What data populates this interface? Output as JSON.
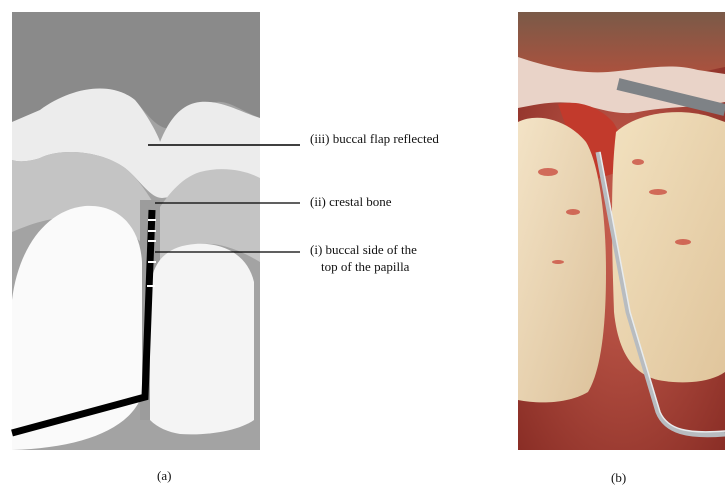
{
  "annotations": {
    "iii": "(iii) buccal flap reflected",
    "ii": "(ii) crestal bone",
    "i_line1": "(i) buccal side of the",
    "i_line2": "top of the papilla"
  },
  "panel_labels": {
    "a": "(a)",
    "b": "(b)"
  },
  "colors": {
    "background_dark": "#a3a3a3",
    "flap_top": "#8a8a8a",
    "flap": "#ececec",
    "bone": "#c4c4c4",
    "tooth": "#fafafa",
    "probe": "#000000",
    "photo_tissue": "#c96a5a",
    "photo_tooth": "#ecd9b9",
    "photo_probe": "#b8bcc0"
  }
}
